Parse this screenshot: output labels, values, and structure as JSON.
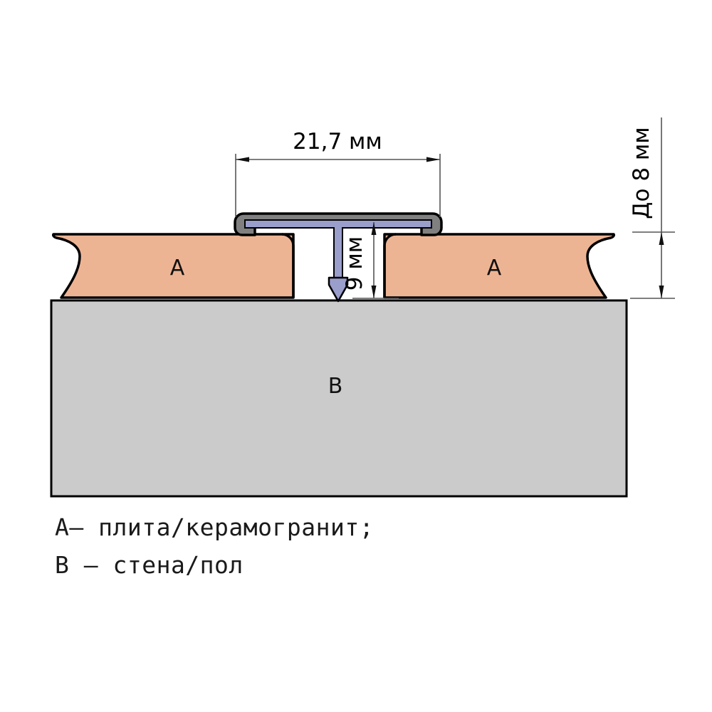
{
  "diagram": {
    "title_alt": "Схема установки Т-образного профиля",
    "dimensions": {
      "width_label": "21,7 мм",
      "depth_label": "9 мм",
      "thickness_label": "До 8 мм"
    },
    "parts": {
      "tile_left_label": "А",
      "tile_right_label": "А",
      "substrate_label": "В"
    },
    "legend": [
      "А– плита/керамогранит;",
      "В – стена/пол"
    ],
    "colors": {
      "tile_fill": "#edb494",
      "substrate_fill": "#cbcbcb",
      "profile_shell": "#808080",
      "profile_core": "#9a9ecb",
      "outline": "#000000",
      "dimension_line": "#555555",
      "background": "#ffffff"
    }
  }
}
